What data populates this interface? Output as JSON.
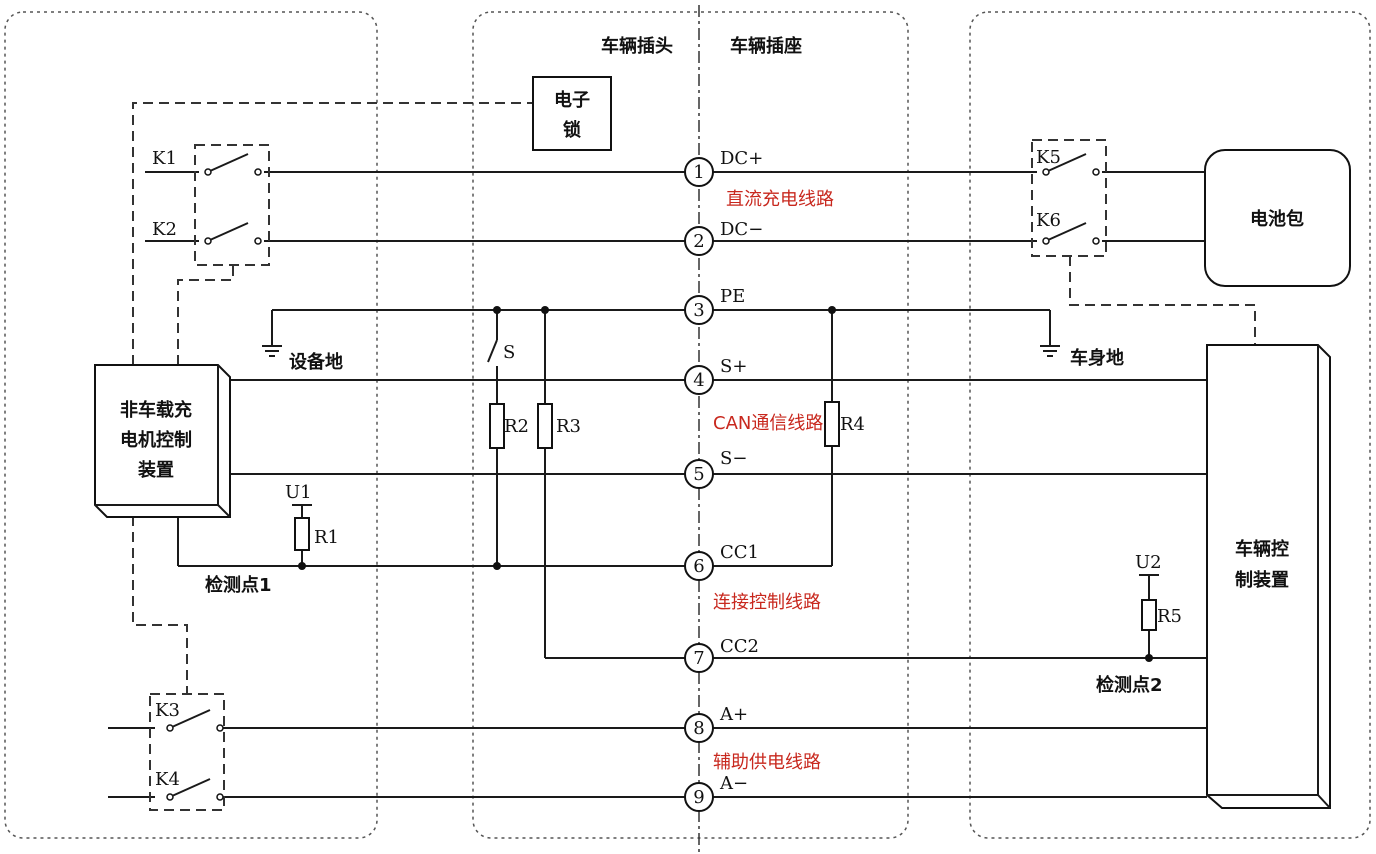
{
  "labels": {
    "vehicle_plug": "车辆插头",
    "vehicle_socket": "车辆插座",
    "lock_line1": "电子",
    "lock_line2": "锁",
    "charger_line1": "非车载充",
    "charger_line2": "电机控制",
    "charger_line3": "装置",
    "battery": "电池包",
    "vcu_line1": "车辆控",
    "vcu_line2": "制装置",
    "equip_ground": "设备地",
    "body_ground": "车身地",
    "check1": "检测点1",
    "check2": "检测点2",
    "u1": "U1",
    "u2": "U2",
    "r1": "R1",
    "r2": "R2",
    "r3": "R3",
    "r4": "R4",
    "r5": "R5",
    "s": "S",
    "k1": "K1",
    "k2": "K2",
    "k3": "K3",
    "k4": "K4",
    "k5": "K5",
    "k6": "K6"
  },
  "pins": [
    {
      "num": "1",
      "name": "DC+"
    },
    {
      "num": "2",
      "name": "DC−"
    },
    {
      "num": "3",
      "name": "PE"
    },
    {
      "num": "4",
      "name": "S+"
    },
    {
      "num": "5",
      "name": "S−"
    },
    {
      "num": "6",
      "name": "CC1"
    },
    {
      "num": "7",
      "name": "CC2"
    },
    {
      "num": "8",
      "name": "A+"
    },
    {
      "num": "9",
      "name": "A−"
    }
  ],
  "annotations": {
    "dc_line": "直流充电线路",
    "can_line": "CAN通信线路",
    "cc_line": "连接控制线路",
    "aux_line": "辅助供电线路"
  }
}
